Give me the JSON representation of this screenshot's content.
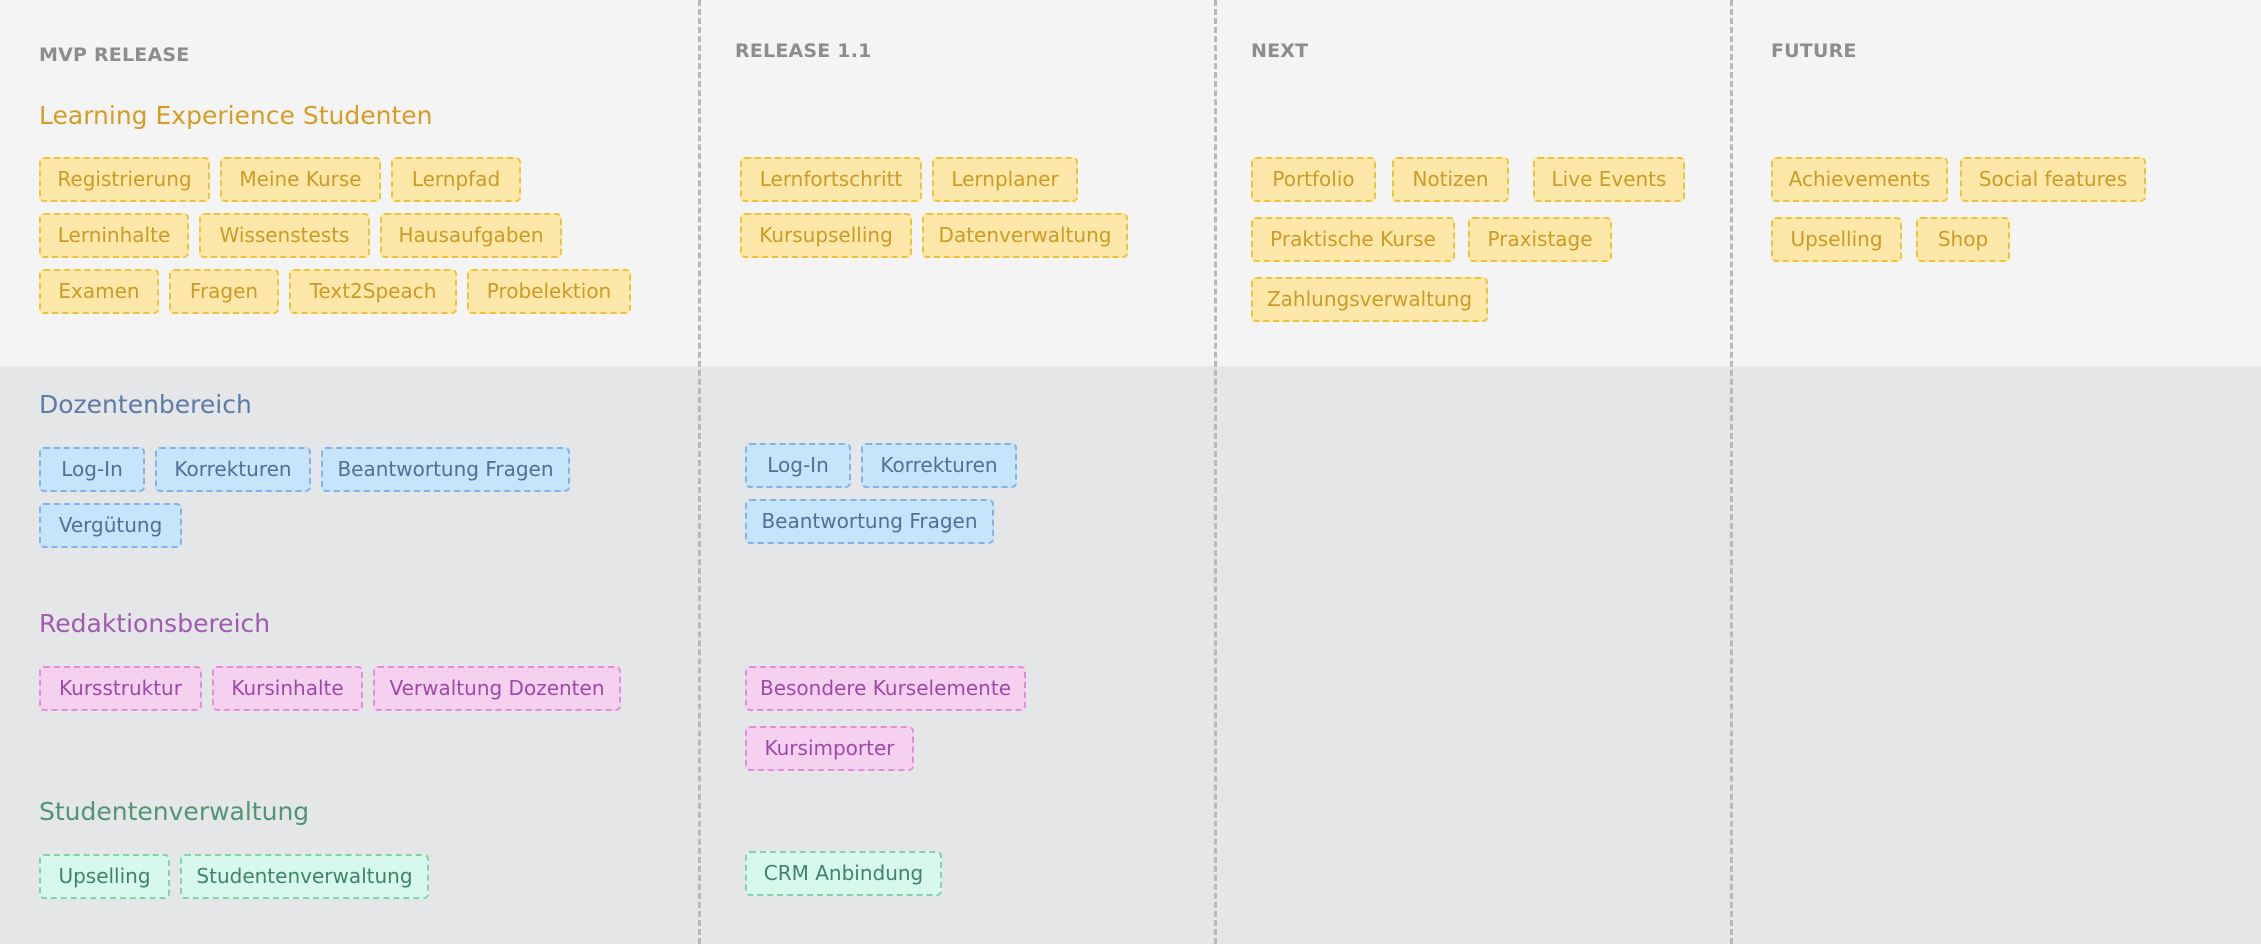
{
  "columns": [
    "MVP RELEASE",
    "RELEASE 1.1",
    "NEXT",
    "FUTURE"
  ],
  "sections": {
    "learning": "Learning Experience Studenten",
    "dozenten": "Dozentenbereich",
    "redaktion": "Redaktionsbereich",
    "studverw": "Studentenverwaltung"
  },
  "chips": {
    "learning_mvp": [
      "Registrierung",
      "Meine Kurse",
      "Lernpfad",
      "Lerninhalte",
      "Wissenstests",
      "Hausaufgaben",
      "Examen",
      "Fragen",
      "Text2Speach",
      "Probelektion"
    ],
    "learning_r11": [
      "Lernfortschritt",
      "Lernplaner",
      "Kursupselling",
      "Datenverwaltung"
    ],
    "learning_next": [
      "Portfolio",
      "Notizen",
      "Live Events",
      "Praktische Kurse",
      "Praxistage",
      "Zahlungsverwaltung"
    ],
    "learning_future": [
      "Achievements",
      "Social features",
      "Upselling",
      "Shop"
    ],
    "dozenten_mvp": [
      "Log-In",
      "Korrekturen",
      "Beantwortung Fragen",
      "Vergütung"
    ],
    "dozenten_r11": [
      "Log-In",
      "Korrekturen",
      "Beantwortung Fragen"
    ],
    "redaktion_mvp": [
      "Kursstruktur",
      "Kursinhalte",
      "Verwaltung Dozenten"
    ],
    "redaktion_r11": [
      "Besondere Kurselemente",
      "Kursimporter"
    ],
    "studverw_mvp": [
      "Upselling",
      "Studentenverwaltung"
    ],
    "studverw_r11": [
      "CRM Anbindung"
    ]
  },
  "colors": {
    "yellow": "#fde8aa",
    "blue": "#c6e4fa",
    "purple": "#f6d1ef",
    "green": "#d7f8ec"
  }
}
